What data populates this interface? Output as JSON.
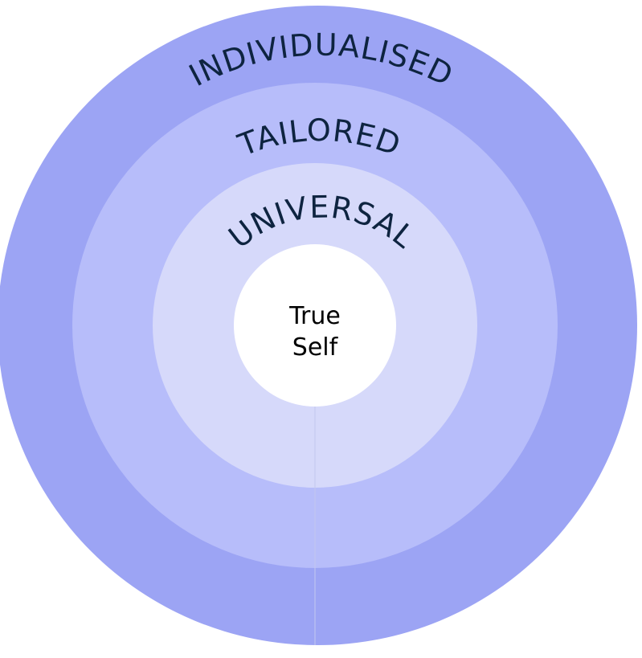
{
  "rings": [
    {
      "id": "individualised",
      "label": "INDIVIDUALISED",
      "color": "#9ca4f4"
    },
    {
      "id": "tailored",
      "label": "TAILORED",
      "color": "#b7bdfa"
    },
    {
      "id": "universal",
      "label": "UNIVERSAL",
      "color": "#d6d9fa"
    }
  ],
  "center": {
    "line1": "True",
    "line2": "Self",
    "color": "#ffffff"
  },
  "label_color": "#0e2440",
  "divider_color": "#c3c7ef"
}
